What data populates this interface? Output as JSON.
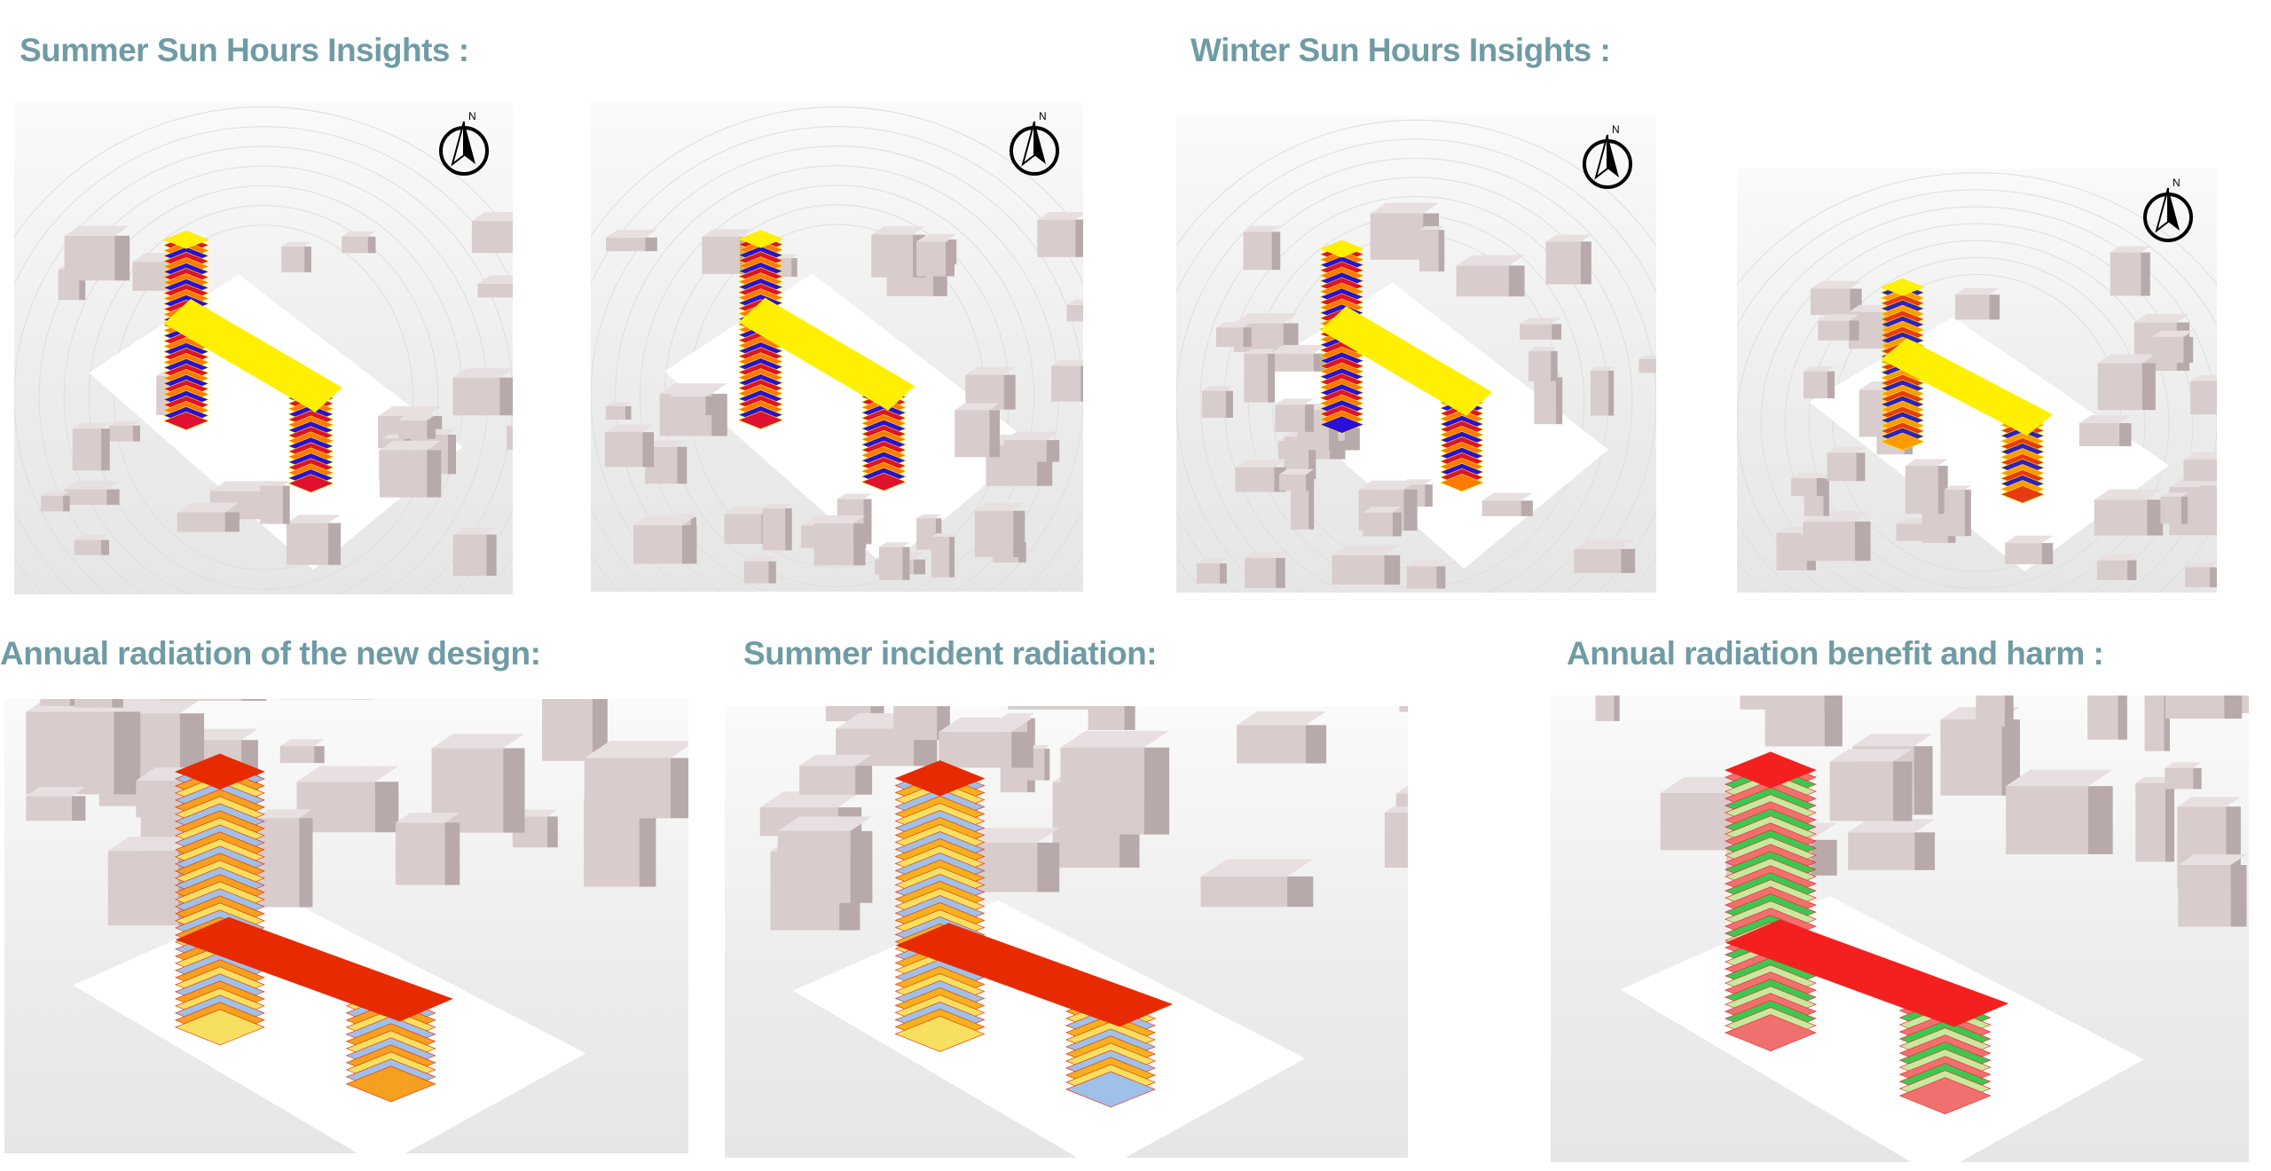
{
  "headings": {
    "summer_sun": "Summer Sun Hours Insights :",
    "winter_sun": "Winter Sun Hours Insights :",
    "annual_radiation": "Annual radiation of the new design:",
    "summer_incident": "Summer incident radiation:",
    "benefit_harm": "Annual radiation benefit and harm :"
  },
  "panels": [
    {
      "id": "summer-view-1",
      "palette": [
        "#ffef00",
        "#ff7a00",
        "#2a10d8",
        "#e01030"
      ],
      "sunpath": true,
      "compass": true
    },
    {
      "id": "summer-view-2",
      "palette": [
        "#ffef00",
        "#ff7a00",
        "#2a10d8",
        "#e01030"
      ],
      "sunpath": true,
      "compass": true
    },
    {
      "id": "winter-view-1",
      "palette": [
        "#ffef00",
        "#ff7a00",
        "#2a10d8",
        "#e01030"
      ],
      "sunpath": true,
      "compass": true
    },
    {
      "id": "winter-view-2",
      "palette": [
        "#ffef00",
        "#ff9a00",
        "#e83a10",
        "#3020c0"
      ],
      "sunpath": true,
      "compass": true
    },
    {
      "id": "annual-radiation",
      "palette": [
        "#e82a00",
        "#f5a020",
        "#f7e060",
        "#9fc0e8"
      ],
      "sunpath": false,
      "compass": false
    },
    {
      "id": "summer-incident",
      "palette": [
        "#e82a00",
        "#f5b020",
        "#f7e060",
        "#9fc0e8"
      ],
      "sunpath": false,
      "compass": false
    },
    {
      "id": "benefit-harm",
      "palette": [
        "#f42020",
        "#3cc850",
        "#c8e8a0",
        "#f07070"
      ],
      "sunpath": false,
      "compass": false
    }
  ],
  "colors": {
    "heading": "#6f9ba4",
    "building": "#d8cccc",
    "building_shade": "#b8aaaa"
  }
}
